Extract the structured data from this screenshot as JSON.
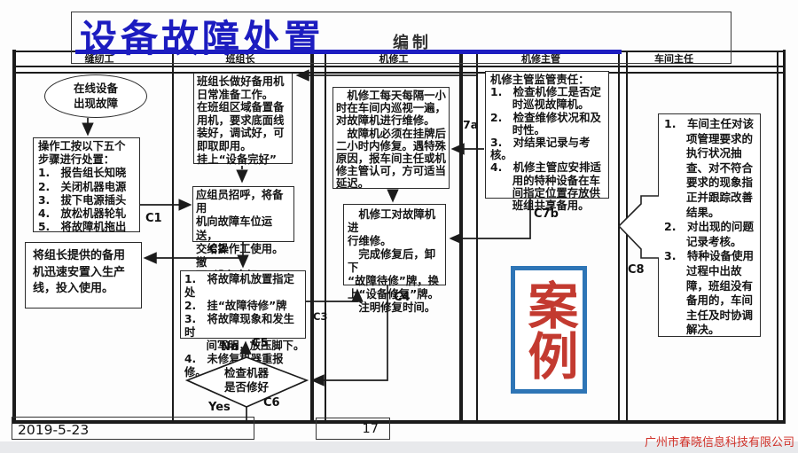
{
  "title": {
    "text": "设备故障处置",
    "compile_label": "编制",
    "color": "#1c1cc0"
  },
  "header": {
    "columns": [
      "缝纫工",
      "班组长",
      "机修工",
      "机修主管",
      "车间主任"
    ]
  },
  "lanes": {
    "sewing_worker": {
      "start_ellipse": "在线设备\n出现故障",
      "steps_box": "操作工按以下五个\n步骤进行处置：\n1.　报告组长知晓\n2.　关闭机器电源\n3.　拔下电源插头\n4.　放松机器轮轧\n5.　将故障机拖出",
      "backup_box": "将组长提供的备用\n机迅速安置入生产\n线，投入使用。"
    },
    "team_leader": {
      "prepare_box": "班组长做好备用机\n日常准备工作。\n在班组区域备置备\n用机，要求底面线\n装好，调试好，可\n即取即用。\n挂上“设备完好”",
      "deliver_box": "应组员招呼，将备用\n机向故障车位运送，\n交给操作工使用。撤\n下“设备完好”。",
      "fault_box": "1.　将故障机放置指定处\n2.　挂“故障待修”牌\n3.　将故障现象和发生时\n　　间写明，放压脚下。\n4.　未修复机器重报修。",
      "check_diamond": "检查机器\n是否修好"
    },
    "mechanic": {
      "patrol_box": "　机修工每天每隔一小\n时在车间内巡视一遍，\n对故障机进行维修。\n　故障机必须在挂牌后\n二小时内修复。遇特殊\n原因，报车间主任或机\n修主管认可，方可适当\n延迟。",
      "repair_box": "　机修工对故障机进\n行维修。\n　完成修复后，卸下\n“故障待修”牌，换\n上“设备修复”牌。\n　注明修复时间。"
    },
    "supervisor": {
      "duty_box": "机修主管监管责任：\n1.　检查机修工是否定\n　　时巡视故障机。\n2.　检查维修状况和及\n　　时性。\n3.　对结果记录与考核。\n4.　机修主管应安排适\n　　用的特种设备在车\n　　间指定位置存放供\n　　班组共享备用。"
    },
    "director": {
      "duty_box": "1.　车间主任对该\n　　项管理要求的\n　　执行状况抽\n　　查、对不符合\n　　要求的现象指\n　　正并跟踪改善\n　　结果。\n2.　对出现的问题\n　　记录考核。\n3.　特种设备使用\n　　过程中出故\n　　障，班组没有\n　　备用的，车间\n　　主任及时协调\n　　解决。"
    }
  },
  "connectors": {
    "c1": "C1",
    "c2": "C2",
    "c3": "C3",
    "c4": "C4",
    "c5": "C5",
    "c6": "C6",
    "c7a": "7a",
    "c7b": "C7b",
    "c8": "C8",
    "no": "No",
    "yes": "Yes"
  },
  "stamp": {
    "text": "案例",
    "border_color": "#2e75b6",
    "text_color": "#c23b35"
  },
  "footer": {
    "date": "2019-5-23",
    "page": "17",
    "company": "广州市春晓信息科技有限公司",
    "company_color": "#d03028"
  }
}
